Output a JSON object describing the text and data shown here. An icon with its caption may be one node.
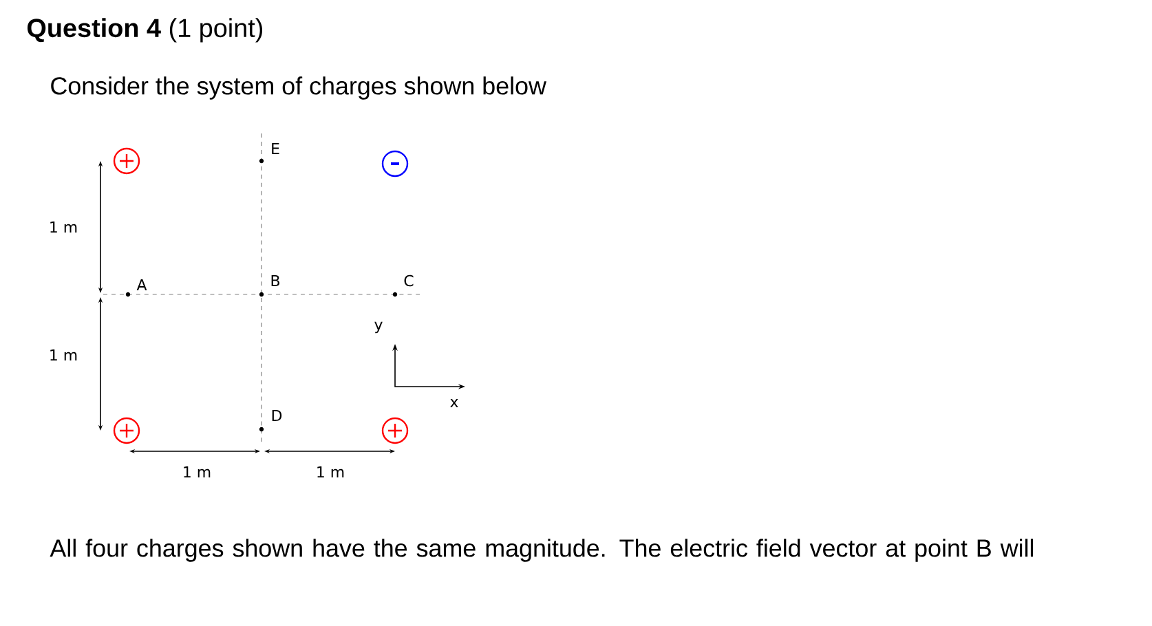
{
  "diagram": {
    "title": "**Question 4** (1 point)",
    "labels": [
      "Consider the system of charges shown below",
      "E",
      "1 m",
      "A",
      "B",
      "C",
      "y",
      "1 m",
      "x",
      "D",
      "1 m",
      "1 m",
      "All four charges shown have the same magnitude. The electric field vector at point B will"
    ]
  }
}
